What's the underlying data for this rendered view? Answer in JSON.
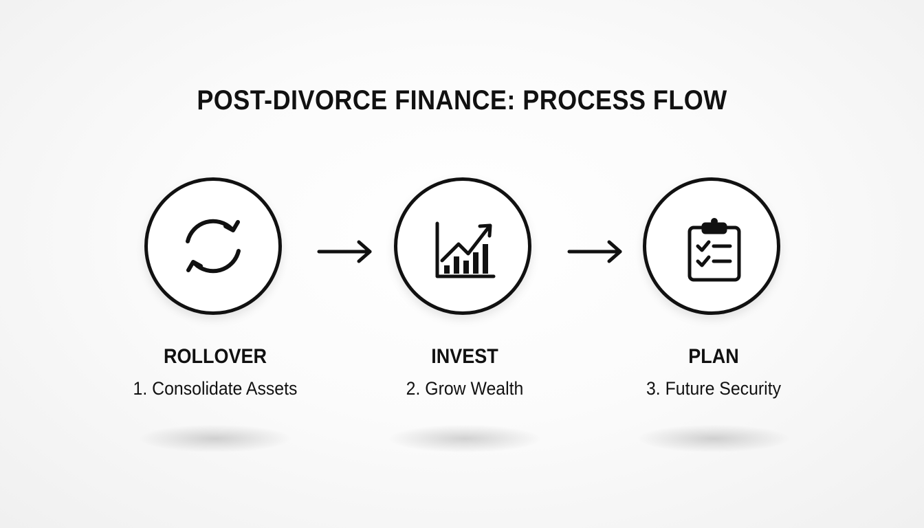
{
  "title": "POST-DIVORCE FINANCE: PROCESS FLOW",
  "steps": [
    {
      "title": "ROLLOVER",
      "subtitle": "1. Consolidate Assets",
      "icon": "refresh-cycle-icon"
    },
    {
      "title": "INVEST",
      "subtitle": "2. Grow Wealth",
      "icon": "growth-chart-icon"
    },
    {
      "title": "PLAN",
      "subtitle": "3. Future Security",
      "icon": "clipboard-checklist-icon"
    }
  ],
  "colors": {
    "ink": "#111111",
    "background": "#f7f7f7",
    "circle_fill": "#ffffff"
  }
}
